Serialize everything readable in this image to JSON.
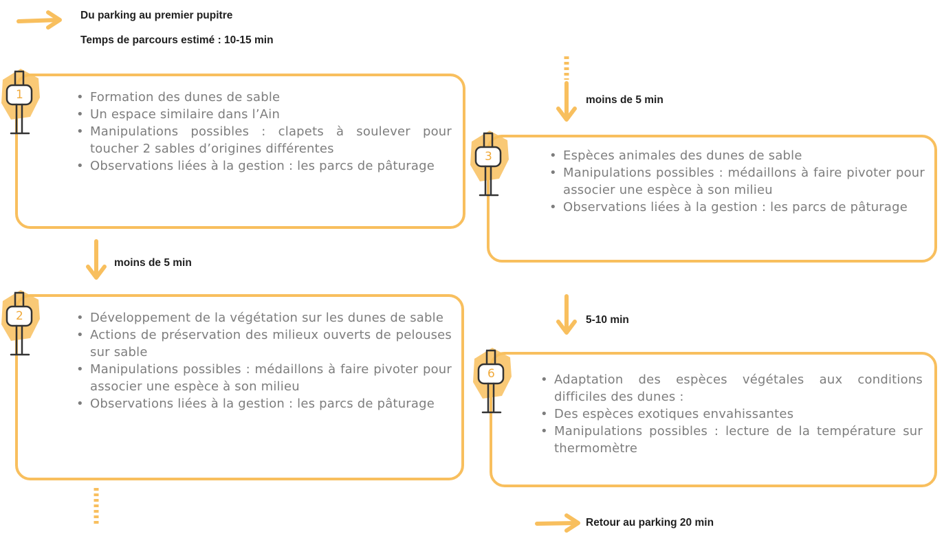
{
  "header": {
    "title": "Du parking au premier pupitre",
    "subtitle": "Temps de parcours estimé : 10-15 min"
  },
  "colors": {
    "accent": "#f8bf5e",
    "text": "#7d7d7d",
    "label": "#1f1f1f"
  },
  "stations": [
    {
      "number": "1",
      "items": [
        "Formation des dunes de sable",
        "Un espace similaire dans l’Ain",
        "Manipulations possibles : clapets à soulever pour toucher 2 sables d’origines différentes",
        "Observations liées à la gestion : les parcs de pâturage"
      ]
    },
    {
      "number": "2",
      "items": [
        "Développement de la végétation sur les dunes de sable",
        "Actions de préservation des milieux ouverts de pelouses sur sable",
        "Manipulations possibles : médaillons à faire pivoter pour associer une espèce à son milieu",
        "Observations liées à la gestion : les parcs de pâturage"
      ]
    },
    {
      "number": "3",
      "items": [
        "Espèces animales des dunes de sable",
        "Manipulations possibles : médaillons à faire pivoter pour associer une espèce à son milieu",
        "Observations liées à la gestion : les parcs de pâturage"
      ]
    },
    {
      "number": "6",
      "items": [
        "Adaptation des espèces végétales aux conditions difficiles des dunes :",
        "Des espèces exotiques envahissantes",
        "Manipulations possibles : lecture de la température sur thermomètre"
      ]
    }
  ],
  "transitions": {
    "t1_to_2": "moins de 5 min",
    "to_3": "moins de 5 min",
    "t3_to_6": "5-10 min",
    "return": "Retour au parking 20 min"
  },
  "icons": [
    "arrow-right-icon",
    "arrow-down-icon",
    "dotted-line-icon",
    "signpost-icon"
  ]
}
